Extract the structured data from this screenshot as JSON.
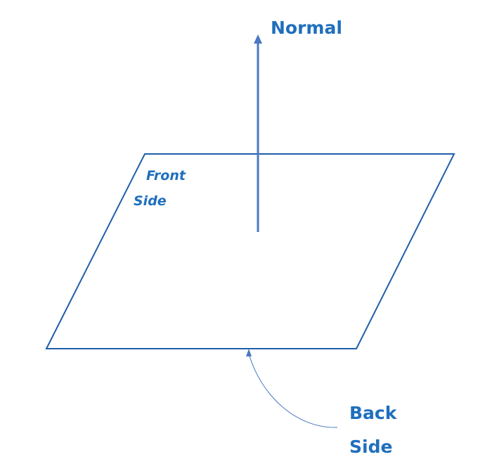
{
  "labels": {
    "normal": "Normal",
    "front_side_line1": "Front",
    "front_side_line2": "Side",
    "back_side_line1": "Back",
    "back_side_line2": "Side"
  },
  "colors": {
    "plane_stroke": "#1f5fa8",
    "normal_arrow": "#4a78c4",
    "back_arrow": "#4a78c4",
    "label_text": "#1f6fbd"
  }
}
